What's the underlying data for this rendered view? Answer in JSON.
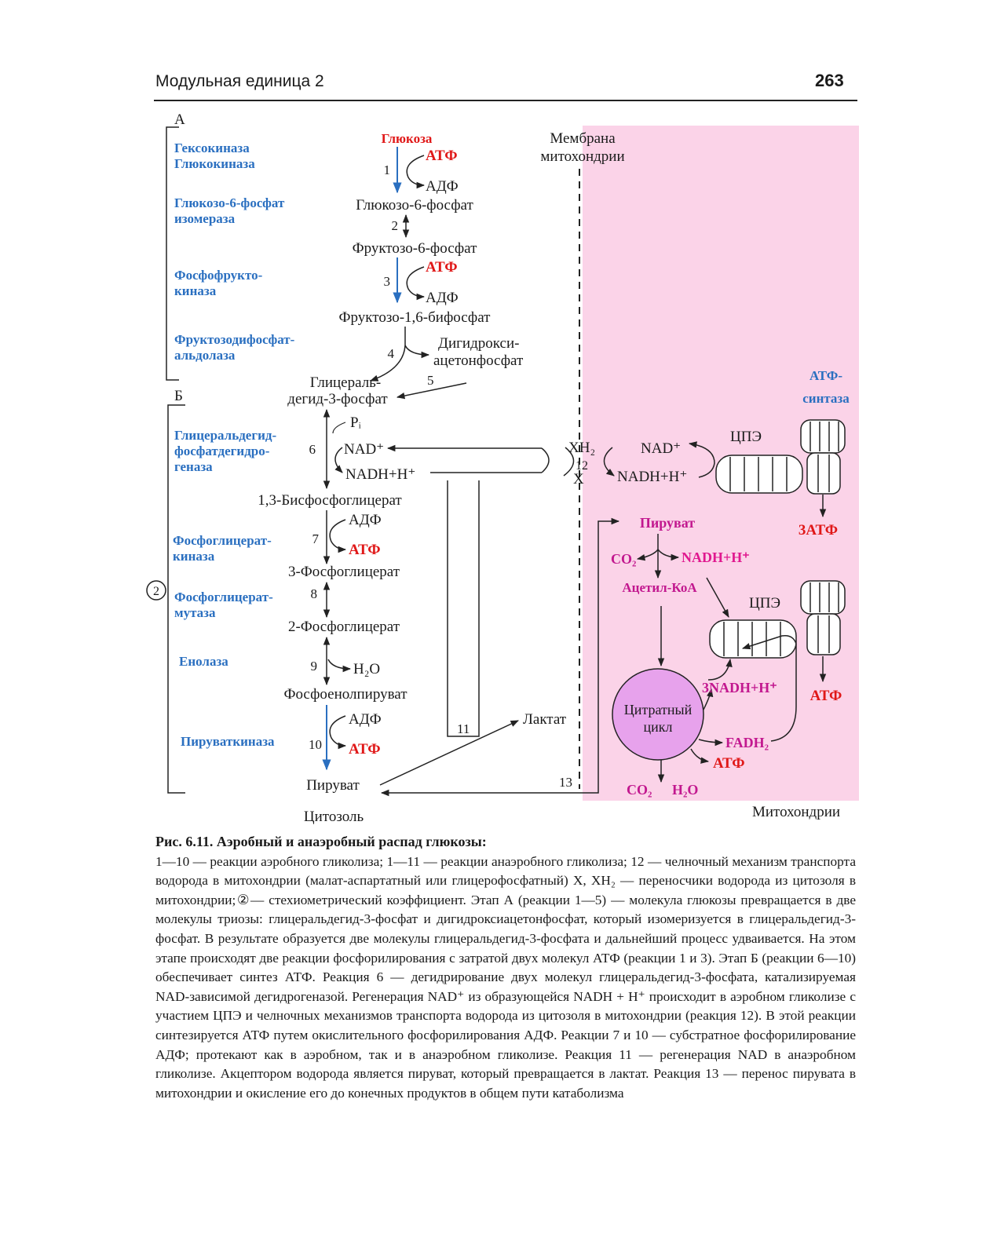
{
  "header": {
    "section": "Модульная единица 2",
    "page_number": "263"
  },
  "figure": {
    "stage_labels": {
      "a": "А",
      "b": "Б",
      "stoich": "2"
    },
    "enzymes": {
      "hexokinase": "Гексокиназа",
      "glucokinase": "Глюкокиназа",
      "g6p_isomerase_1": "Глюкозо-6-фосфат",
      "g6p_isomerase_2": "изомераза",
      "pfk_1": "Фосфофрукто-",
      "pfk_2": "киназа",
      "aldolase_1": "Фруктозодифосфат-",
      "aldolase_2": "альдолаза",
      "gapdh_1": "Глицеральдегид-",
      "gapdh_2": "фосфатдегидро-",
      "gapdh_3": "геназа",
      "pgk_1": "Фосфоглицерат-",
      "pgk_2": "киназа",
      "pgm_1": "Фосфоглицерат-",
      "pgm_2": "мутаза",
      "enolase": "Енолаза",
      "pyruvate_kinase": "Пируваткиназа"
    },
    "metabolites": {
      "glucose": "Глюкоза",
      "g6p": "Глюкозо-6-фосфат",
      "f6p": "Фруктозо-6-фосфат",
      "f16bp": "Фруктозо-1,6-бифосфат",
      "dhap_1": "Дигидрокси-",
      "dhap_2": "ацетонфосфат",
      "gap_1": "Глицераль-",
      "gap_2": "дегид-3-фосфат",
      "bpg13": "1,3-Бисфосфоглицерат",
      "pg3": "3-Фосфоглицерат",
      "pg2": "2-Фосфоглицерат",
      "pep": "Фосфоенолпируват",
      "pyruvate": "Пируват",
      "lactate": "Лактат"
    },
    "cofactors": {
      "atp": "АТФ",
      "adp": "АДФ",
      "h2o": "H₂O",
      "pi": "Pᵢ",
      "nad": "NAD⁺",
      "nadh": "NADH+H⁺",
      "xh2": "XH₂",
      "x": "X"
    },
    "reaction_numbers": [
      "1",
      "2",
      "3",
      "4",
      "5",
      "6",
      "7",
      "8",
      "9",
      "10",
      "11",
      "12",
      "13"
    ],
    "membrane_label_1": "Мембрана",
    "membrane_label_2": "митохондрии",
    "cytosol_label": "Цитозоль",
    "mito_label": "Митохондрии",
    "mito": {
      "atp_synthase_1": "АТФ-",
      "atp_synthase_2": "синтаза",
      "etc": "ЦПЭ",
      "nad": "NAD⁺",
      "nadh": "NADH+H⁺",
      "three_atp": "3АТФ",
      "pyruvate": "Пируват",
      "co2": "CO₂",
      "nadh_red": "NADH+H⁺",
      "acetyl_coa": "Ацетил-КоА",
      "etc2": "ЦПЭ",
      "citrate_1": "Цитратный",
      "citrate_2": "цикл",
      "three_nadh": "3NADH+H⁺",
      "atp_out": "АТФ",
      "fadh2": "FADH₂",
      "atp_cycle": "АТФ",
      "co2_end": "CO₂",
      "h2o_end": "H₂O"
    },
    "colors": {
      "enzyme": "#2a6fc0",
      "atp": "#e01818",
      "magenta": "#c2188f",
      "mito_bg": "#fbd3e8",
      "citrate": "#e7a2ec"
    }
  },
  "caption": {
    "title": "Рис. 6.11. Аэробный и анаэробный распад глюкозы:",
    "body": "1—10 — реакции аэробного гликолиза; 1—11 — реакции анаэробного гликолиза; 12 — челночный механизм транспорта водорода в митохондрии (малат-аспартатный или глицерофосфатный) X, XH₂ — переносчики водорода из цитозоля в митохондрии;②— стехиометрический коэффициент. Этап А (реакции 1—5) — молекула глюкозы превращается в две молекулы триозы: глицеральдегид-3-фосфат и дигидроксиацетонфосфат, который изомеризуется в глицеральдегид-3-фосфат. В результате образуется две молекулы глицеральдегид-3-фосфата и дальнейший процесс удваивается. На этом этапе происходят две реакции фосфорилирования с затратой двух молекул АТФ (реакции 1 и 3). Этап Б (реакции 6—10) обеспечивает синтез АТФ. Реакция 6 — дегидрирование двух молекул глицеральдегид-3-фосфата, катализируемая NAD-зависимой дегидрогеназой. Регенерация NAD⁺ из образующейся NADH + H⁺ происходит в аэробном гликолизе с участием ЦПЭ и челночных механизмов транспорта водорода из цитозоля в митохондрии (реакция 12). В этой реакции синтезируется АТФ путем окислительного фосфорилирования АДФ. Реакции 7 и 10 — субстратное фосфорилирование АДФ; протекают как в аэробном, так и в анаэробном гликолизе. Реакция 11 — регенерация NAD в анаэробном гликолизе. Акцептором водорода является пируват, который превращается в лактат. Реакция 13 — перенос пирувата в митохондрии и окисление его до конечных продуктов в общем пути катаболизма"
  }
}
